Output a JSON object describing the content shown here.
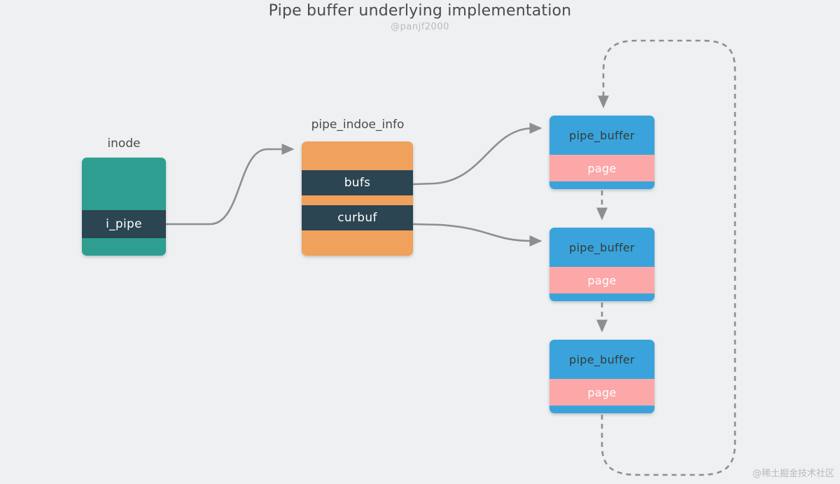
{
  "header": {
    "title": "Pipe buffer underlying implementation",
    "subtitle": "@panjf2000"
  },
  "diagram": {
    "type": "block-diagram",
    "background_color": "#eef0f2",
    "nodes": [
      {
        "id": "inode",
        "label": "inode",
        "color": "#2e9e91",
        "fields": [
          {
            "name": "i_pipe",
            "color": "#2b4552"
          }
        ]
      },
      {
        "id": "pipe_inode_info",
        "label": "pipe_indoe_info",
        "color": "#f0a15b",
        "fields": [
          {
            "name": "bufs",
            "color": "#2b4552"
          },
          {
            "name": "curbuf",
            "color": "#2b4552"
          }
        ]
      },
      {
        "id": "pipe_buffer_1",
        "label": "pipe_buffer",
        "color": "#3ba3db",
        "fields": [
          {
            "name": "page",
            "color": "#fca8a8"
          }
        ]
      },
      {
        "id": "pipe_buffer_2",
        "label": "pipe_buffer",
        "color": "#3ba3db",
        "fields": [
          {
            "name": "page",
            "color": "#fca8a8"
          }
        ]
      },
      {
        "id": "pipe_buffer_3",
        "label": "pipe_buffer",
        "color": "#3ba3db",
        "fields": [
          {
            "name": "page",
            "color": "#fca8a8"
          }
        ]
      }
    ],
    "edges": [
      {
        "from": "inode.i_pipe",
        "to": "pipe_inode_info",
        "style": "solid"
      },
      {
        "from": "pipe_inode_info.bufs",
        "to": "pipe_buffer_1",
        "style": "solid"
      },
      {
        "from": "pipe_inode_info.curbuf",
        "to": "pipe_buffer_2",
        "style": "solid"
      },
      {
        "from": "pipe_buffer_1",
        "to": "pipe_buffer_2",
        "style": "dashed"
      },
      {
        "from": "pipe_buffer_2",
        "to": "pipe_buffer_3",
        "style": "dashed"
      },
      {
        "from": "pipe_buffer_3",
        "to": "pipe_buffer_1",
        "style": "dashed-loop"
      }
    ],
    "edge_color": "#8a8f94"
  },
  "labels": {
    "inode": "inode",
    "pipe_inode_info": "pipe_indoe_info",
    "i_pipe": "i_pipe",
    "bufs": "bufs",
    "curbuf": "curbuf",
    "pipe_buffer": "pipe_buffer",
    "page": "page"
  },
  "watermark": "@稀土掘金技术社区"
}
